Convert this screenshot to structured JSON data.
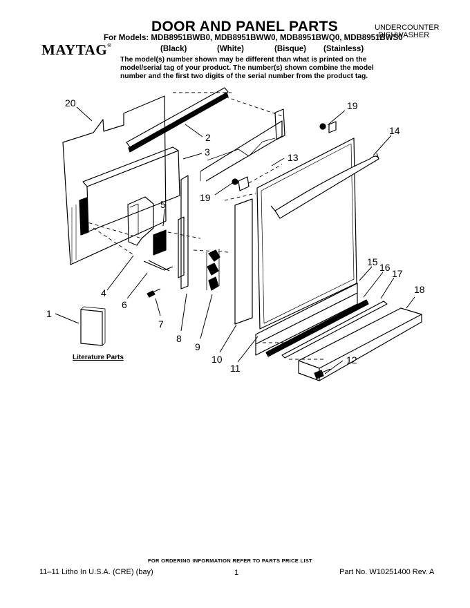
{
  "header": {
    "title": "DOOR AND PANEL PARTS",
    "product_type_line1": "UNDERCOUNTER",
    "product_type_line2": "DISHWASHER",
    "models_line": "For Models: MDB8951BWB0, MDB8951BWW0, MDB8951BWQ0, MDB8951BWS0",
    "variants": [
      "(Black)",
      "(White)",
      "(Bisque)",
      "(Stainless)"
    ],
    "brand_logo": "MAYTAG",
    "brand_logo_mark": "®",
    "note_lines": [
      "The model(s) number shown may be different than what is printed on the",
      "model/serial tag of your product. The number(s) shown combine the model",
      "number and the first two digits of the serial number from the product tag."
    ]
  },
  "diagram": {
    "callouts": [
      "20",
      "2",
      "3",
      "5",
      "4",
      "6",
      "7",
      "8",
      "9",
      "10",
      "11",
      "12",
      "13",
      "14",
      "15",
      "16",
      "17",
      "18",
      "19",
      "19",
      "1"
    ],
    "literature_label": "Literature Parts"
  },
  "footer": {
    "ordering_note": "FOR ORDERING INFORMATION REFER TO PARTS PRICE LIST",
    "litho": "11–11 Litho In U.S.A. (CRE) (bay)",
    "page_number": "1",
    "part_number": "Part No. W10251400 Rev. A"
  }
}
